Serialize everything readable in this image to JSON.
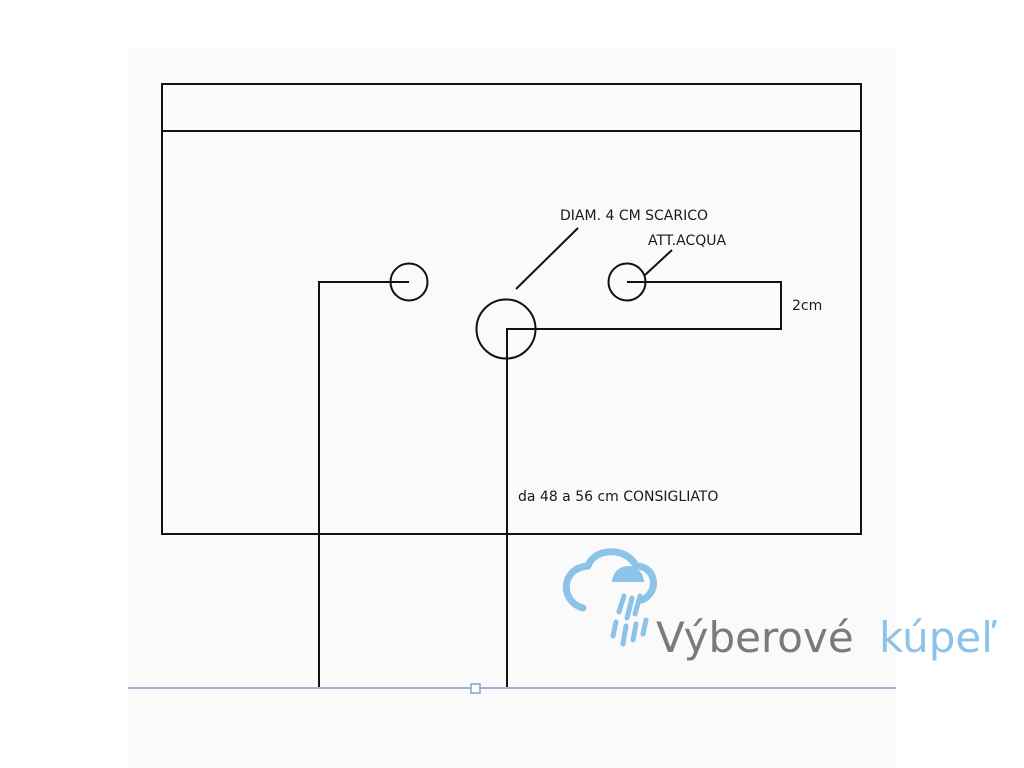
{
  "diagram": {
    "labels": {
      "drain_diameter": "DIAM. 4 CM  SCARICO",
      "water_connection": "ATT.ACQUA",
      "offset": "2cm",
      "height_range": "da 48 a 56 cm CONSIGLIATO"
    }
  },
  "watermark": {
    "brand_dark": "Výberové",
    "brand_light": "kúpeľ",
    "icon": "shower-cloud-icon",
    "color_dark": "#7a7a7a",
    "color_light": "#8cc3e8"
  },
  "colors": {
    "line": "#111111",
    "floor_line": "#9fb3d1",
    "panel": "#fafafa"
  }
}
